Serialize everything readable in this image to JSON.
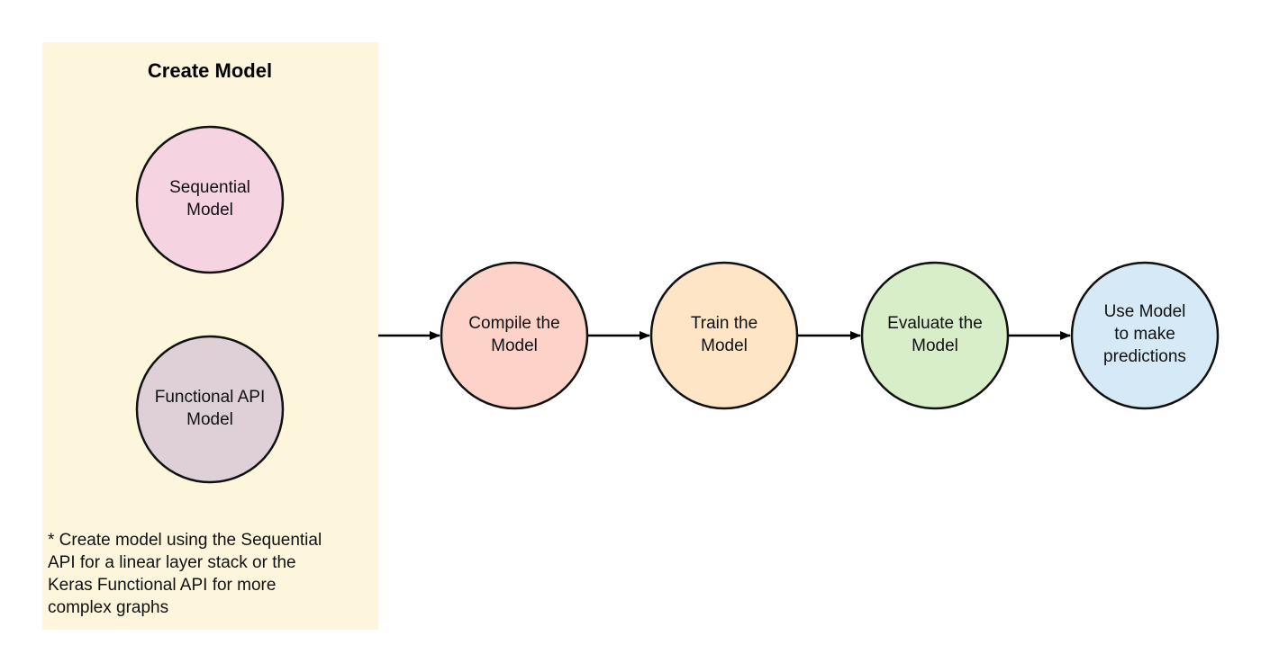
{
  "create_model_panel": {
    "title": "Create Model",
    "background": "#fdf5dc",
    "options": [
      {
        "id": "sequential",
        "lines": [
          "Sequential",
          "Model"
        ],
        "fill": "#f6d3e0"
      },
      {
        "id": "functional",
        "lines": [
          "Functional API",
          "Model"
        ],
        "fill": "#dfd0d8"
      }
    ],
    "note_lines": [
      "* Create model using the Sequential",
      "API for a linear layer stack or the",
      "Keras Functional API for more",
      "complex graphs"
    ]
  },
  "pipeline": [
    {
      "id": "compile",
      "lines": [
        "Compile the",
        "Model"
      ],
      "fill": "#fdd3c9"
    },
    {
      "id": "train",
      "lines": [
        "Train the",
        "Model"
      ],
      "fill": "#fde5c5"
    },
    {
      "id": "evaluate",
      "lines": [
        "Evaluate the",
        "Model"
      ],
      "fill": "#d8eec8"
    },
    {
      "id": "use",
      "lines": [
        "Use Model",
        "to make",
        "predictions"
      ],
      "fill": "#d5e9f6"
    }
  ],
  "colors": {
    "stroke": "#111111",
    "arrow": "#000000"
  }
}
